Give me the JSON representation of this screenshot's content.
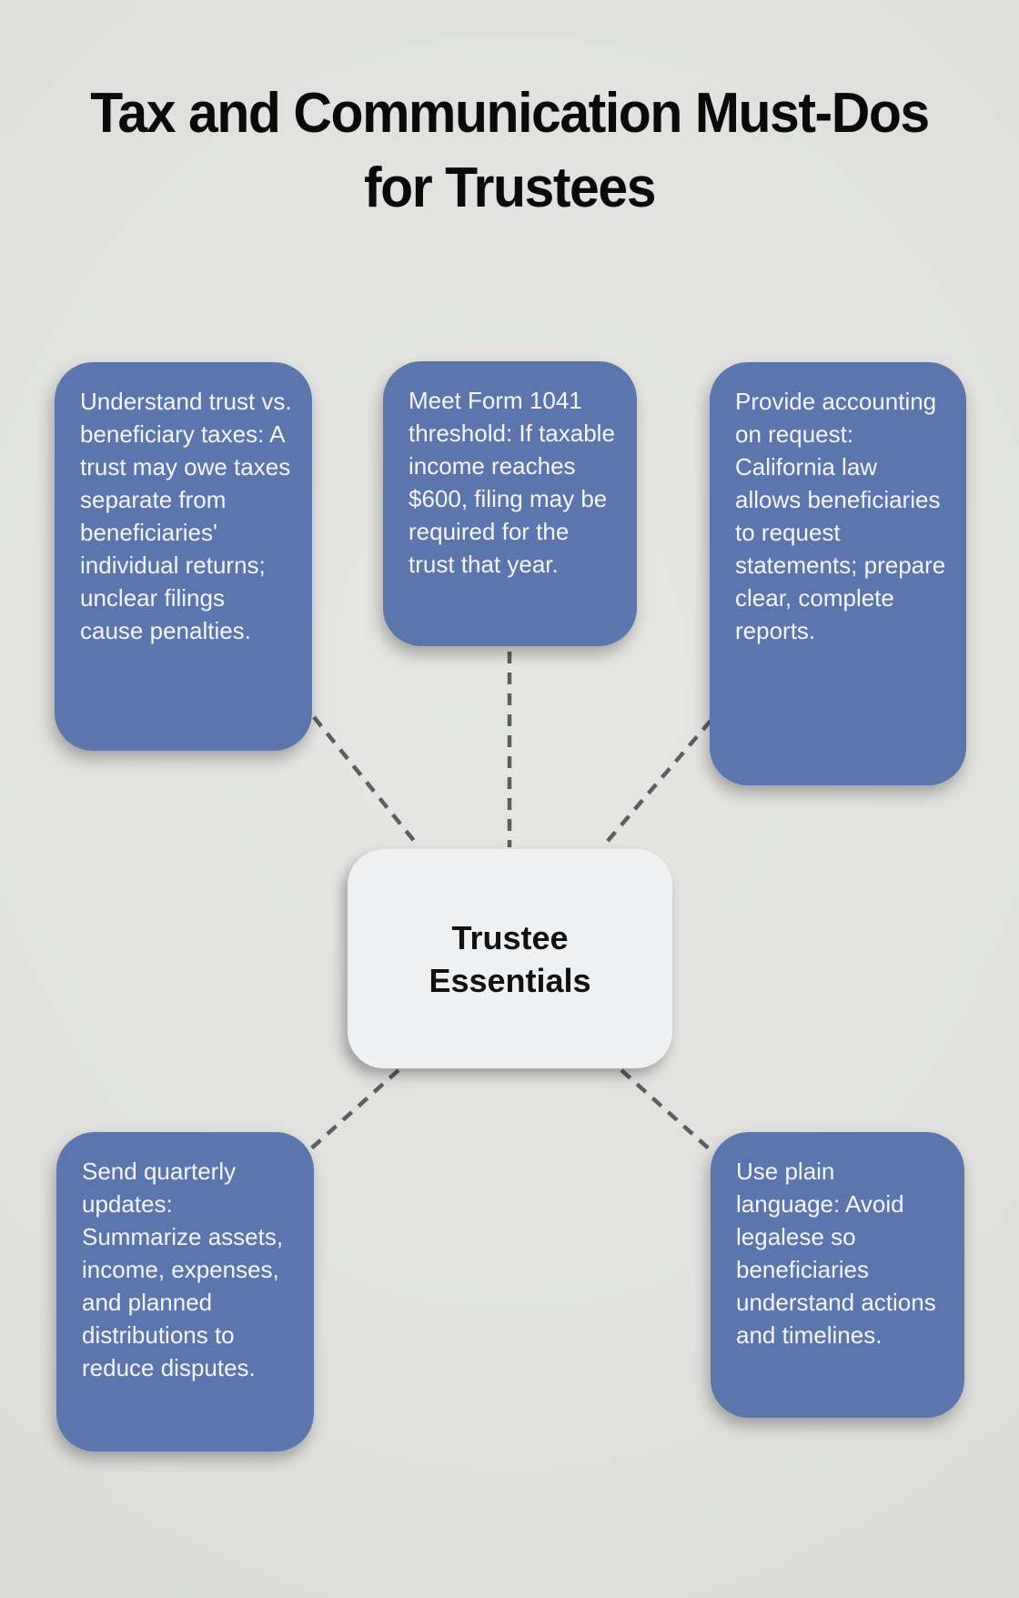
{
  "title": "Tax and Communication Must-Dos for Trustees",
  "center": {
    "label": "Trustee Essentials"
  },
  "nodes": [
    {
      "id": "trust-vs-beneficiary-taxes",
      "text": "Understand trust vs. beneficiary taxes: A trust may owe taxes separate from beneficiaries' individual returns; unclear filings cause penalties."
    },
    {
      "id": "form-1041-threshold",
      "text": "Meet Form 1041 threshold: If taxable income reaches $600, filing may be required for the trust that year."
    },
    {
      "id": "accounting-on-request",
      "text": "Provide accounting on request: California law allows beneficiaries to request statements; prepare clear, complete reports."
    },
    {
      "id": "quarterly-updates",
      "text": "Send quarterly updates: Summarize assets, income, expenses, and planned distributions to reduce disputes."
    },
    {
      "id": "plain-language",
      "text": "Use plain language: Avoid legalese so beneficiaries understand actions and timelines."
    }
  ],
  "colors": {
    "background": "#dfe0de",
    "node_fill": "#5b76ac",
    "node_text": "#f3f5f9",
    "center_fill": "#eff0f2",
    "center_text": "#111111",
    "connector": "#5d5d5d",
    "title_text": "#0a0a0a"
  }
}
